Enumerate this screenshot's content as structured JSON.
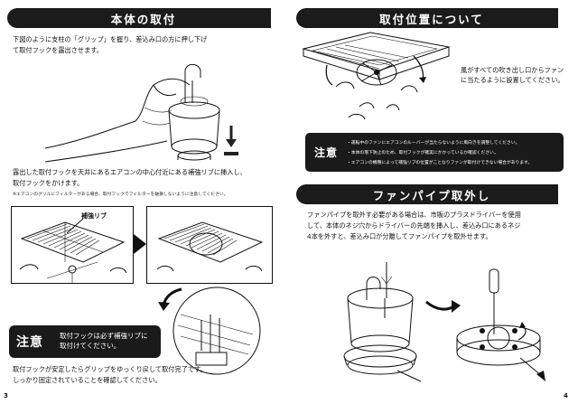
{
  "left": {
    "header": "本体の取付",
    "intro": [
      "下図のように支柱の「グリップ」を握り、差込み口の方に押し下げ",
      "て取付フックを露出させます。"
    ],
    "step2": [
      "露出した取付フックを天井にあるエアコンの中心付近にある補強リブに挿入し、",
      "取付フックをかけます。"
    ],
    "note": "※エアコンのグリルにフィルターがある場合、取付フックでフィルターを破損しないように注意してください。",
    "rib_label": "補強リブ",
    "caution": {
      "label": "注意",
      "text": [
        "取付フックは必ず補強リブに",
        "取付けてください。"
      ]
    },
    "final": [
      "取付フックが安定したらグリップをゆっくり戻して取付完了です。",
      "しっかり固定されていることを確認してください。"
    ],
    "page_num": "3"
  },
  "right": {
    "header": "取付位置について",
    "side_text": [
      "風がすべての吹き出し口からファン",
      "に当たるように設置してください。"
    ],
    "caution": {
      "label": "注意",
      "items": [
        "・運転中のファンにエアコンのルーバーが当たらないように風向きを調整してください。",
        "・本体の落下防止のため、取付フックが確実にかかっているか確認ください。",
        "・エアコンの機種によって補強リブの位置がことなりファンが取付けできない場合があります。"
      ]
    },
    "header2": "ファンパイプ取外し",
    "body2": [
      "ファンパイプを取外す必要がある場合は、市販のプラスドライバーを使用",
      "して、本体のネジ穴からドライバーの先端を挿入し、差込み口にあるネジ",
      "4本を外すと、差込み口が分離してファンパイプを取外せます。"
    ],
    "page_num": "4"
  }
}
